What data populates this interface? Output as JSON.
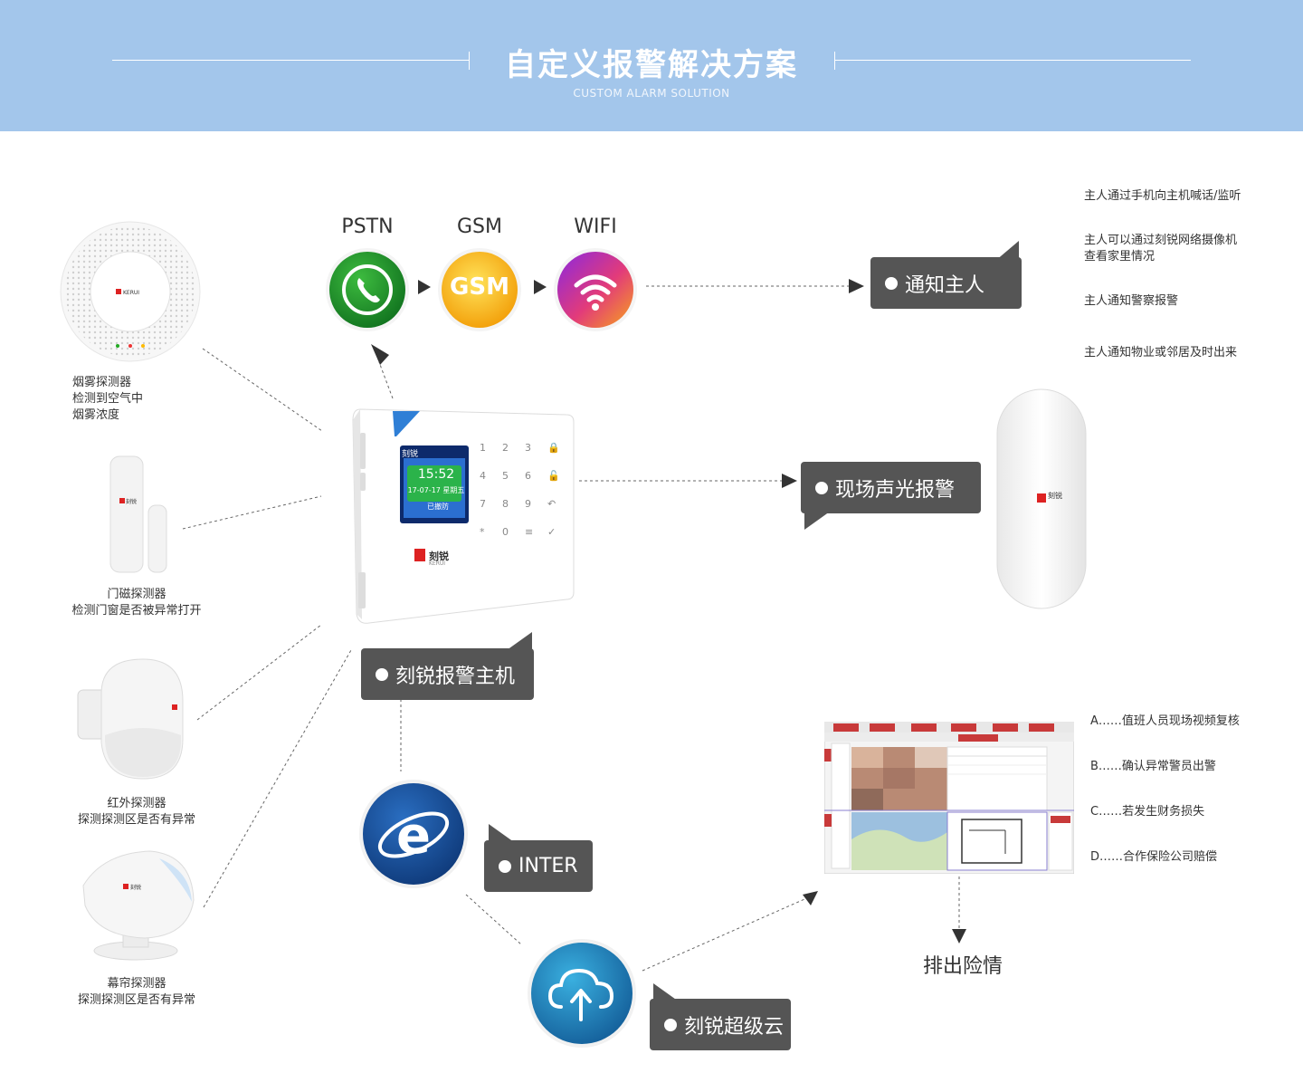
{
  "header": {
    "title": "自定义报警解决方案",
    "subtitle": "CUSTOM ALARM SOLUTION"
  },
  "detectors": [
    {
      "lines": [
        "烟雾探测器",
        "检测到空气中",
        "烟雾浓度"
      ]
    },
    {
      "lines": [
        "门磁探测器",
        "检测门窗是否被异常打开"
      ]
    },
    {
      "lines": [
        "红外探测器",
        "探测探测区是否有异常"
      ]
    },
    {
      "lines": [
        "幕帘探测器",
        "探测探测区是否有异常"
      ]
    }
  ],
  "channels": [
    {
      "label": "PSTN",
      "icon": "phone-icon"
    },
    {
      "label": "GSM",
      "icon": "gsm-icon",
      "badge": "GSM"
    },
    {
      "label": "WIFI",
      "icon": "wifi-icon"
    }
  ],
  "host": {
    "brand": "刻锐",
    "time": "15:52",
    "date": "17-07-17 星期五",
    "status": "已撤防",
    "keys": [
      "1",
      "2",
      "3",
      "",
      "4",
      "5",
      "6",
      "",
      "7",
      "8",
      "9",
      "",
      "*",
      "0",
      "≡",
      "✓"
    ],
    "logo": "刻锐",
    "logo_sub": "KERUI"
  },
  "bubbles": {
    "notify": "通知主人",
    "siren": "现场声光报警",
    "host": "刻锐报警主机",
    "inter": "INTER",
    "cloud": "刻锐超级云"
  },
  "notify_items": [
    "主人通过手机向主机喊话/监听",
    "主人可以通过刻锐网络摄像机",
    "查看家里情况",
    "主人通知警察报警",
    "主人通知物业或邻居及时出来"
  ],
  "siren_logo": "刻锐",
  "response_items": [
    "A……值班人员现场视频复核",
    "B……确认异常警员出警",
    "C……若发生财务损失",
    "D……合作保险公司赔偿"
  ],
  "resolve": "排出险情",
  "colors": {
    "header_bg": "#a3c6eb",
    "bubble_bg": "#555555",
    "pstn": "#1e8f2c",
    "gsm": "#f5a300",
    "wifi": "#8a2bd8",
    "ie": "#1a4f93",
    "cloud": "#1d7fb8"
  }
}
